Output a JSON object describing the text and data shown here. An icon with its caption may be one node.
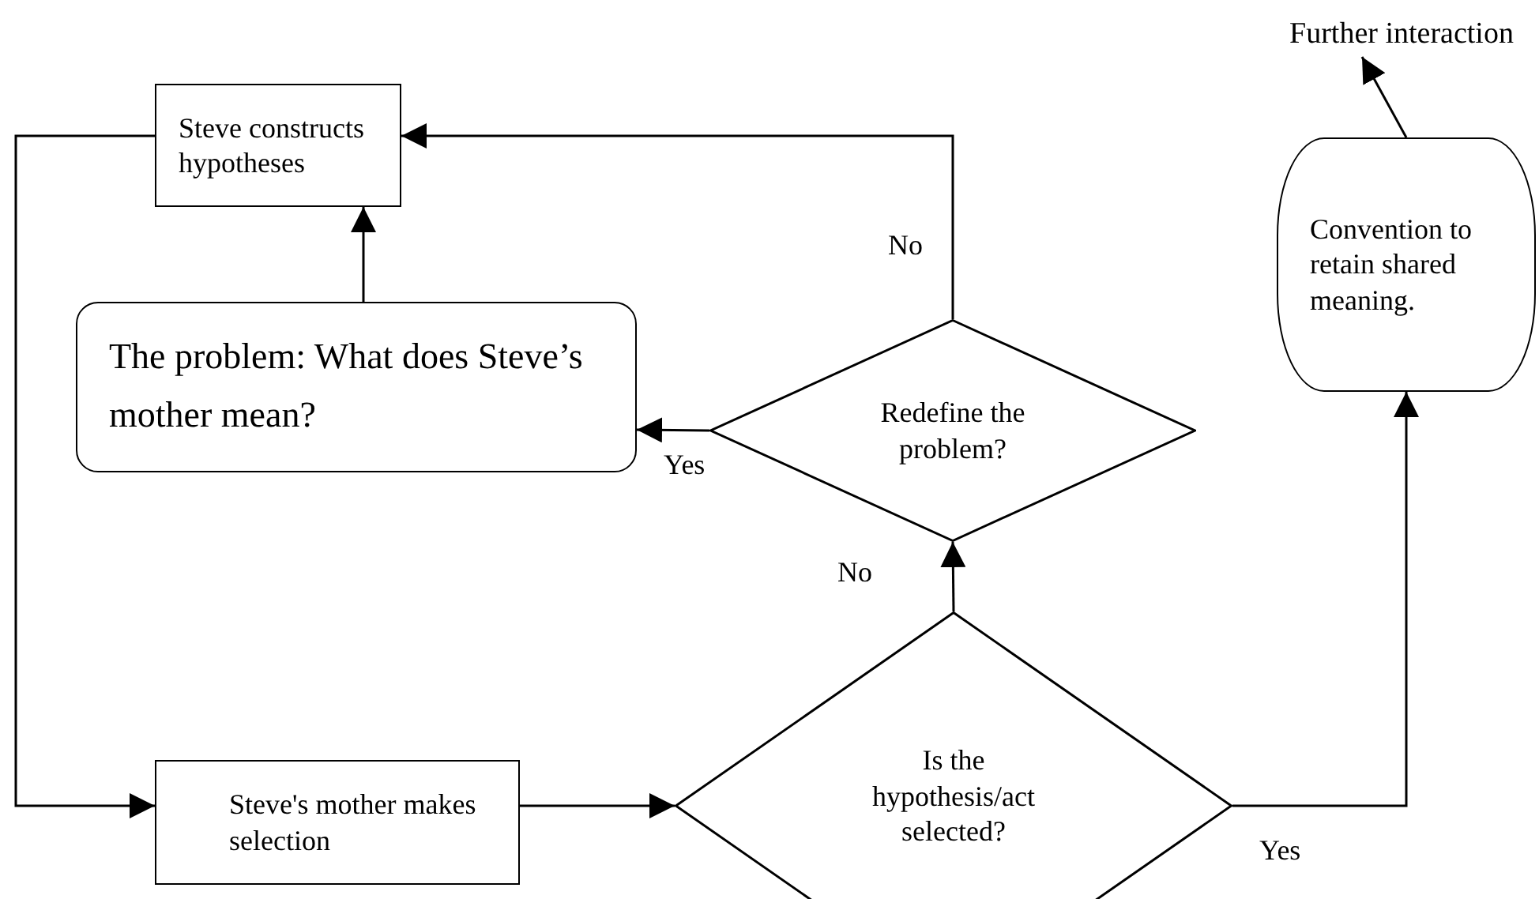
{
  "diagram": {
    "nodes": [
      {
        "text": [
          "Steve constructs hypotheses"
        ]
      },
      {
        "text": [
          "The problem: What does Steve’s mother mean?"
        ]
      },
      {
        "text": [
          "Redefine the problem?"
        ]
      },
      {
        "text": [
          "Steve's mother makes selection"
        ]
      },
      {
        "text": [
          "Is the hypothesis/act selected?"
        ]
      },
      {
        "text": [
          "Convention to retain shared meaning."
        ]
      },
      {
        "text": [
          "Further interaction"
        ]
      }
    ],
    "edges": [
      {
        "from": 1,
        "to": 0,
        "arrow": "to"
      },
      {
        "from": 2,
        "to": 1,
        "arrow": "to",
        "label": "Yes"
      },
      {
        "from": 2,
        "to": 0,
        "arrow": "to",
        "label": "No"
      },
      {
        "from": 4,
        "to": 2,
        "arrow": "to",
        "label": "No"
      },
      {
        "from": 0,
        "to": 3,
        "arrow": "to"
      },
      {
        "from": 3,
        "to": 4,
        "arrow": "to"
      },
      {
        "from": 4,
        "to": 5,
        "arrow": "to",
        "label": "Yes"
      },
      {
        "from": 5,
        "to": 6,
        "arrow": "to"
      }
    ]
  }
}
